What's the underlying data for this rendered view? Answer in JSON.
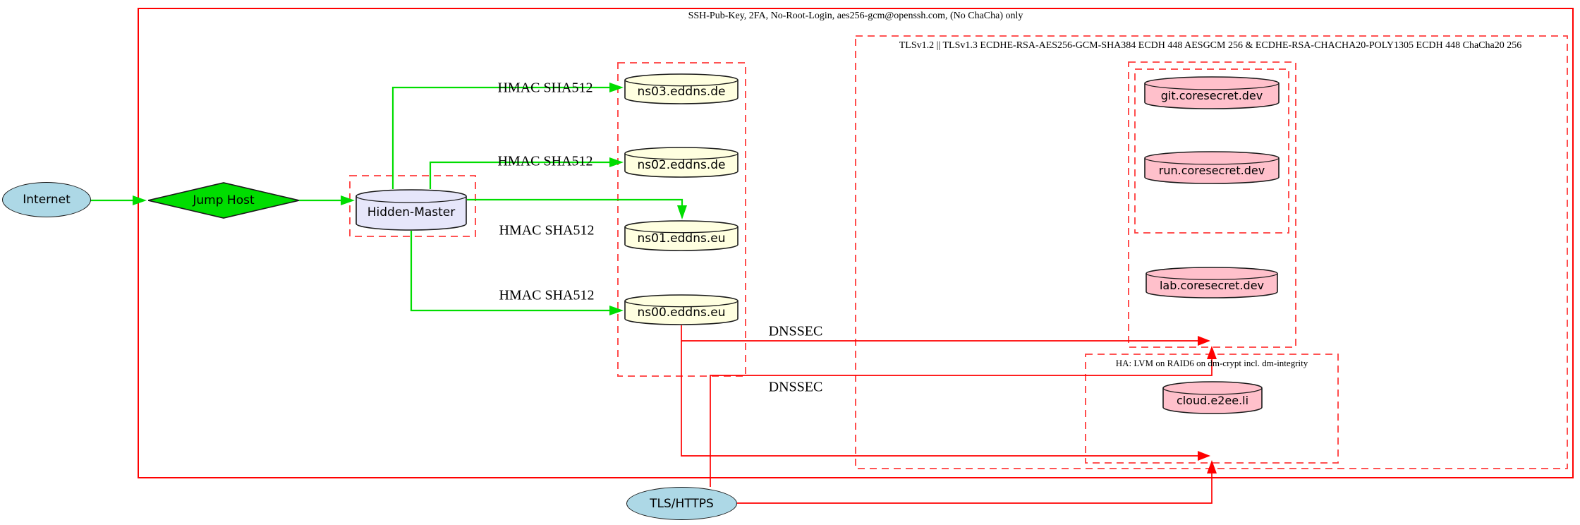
{
  "colors": {
    "green": "#00dd00",
    "red": "#ff0000",
    "red-dashed": "#ff3b3b",
    "lightblue": "#add8e6",
    "lavender": "#e6e6fa",
    "lightyellow": "#ffffe0",
    "pink": "#ffc0cb",
    "stroke": "#1a1a1a"
  },
  "clusters": {
    "ssh": {
      "label": "SSH-Pub-Key, 2FA, No-Root-Login, aes256-gcm@openssh.com, (No ChaCha) only"
    },
    "tls": {
      "label": "TLSv1.2 || TLSv1.3 ECDHE-RSA-AES256-GCM-SHA384 ECDH 448 AESGCM 256 & ECDHE-RSA-CHACHA20-POLY1305 ECDH 448 ChaCha20 256"
    },
    "ha": {
      "label": "HA: LVM on RAID6 on dm-crypt incl. dm-integrity"
    }
  },
  "nodes": {
    "internet": {
      "label": "Internet"
    },
    "jump_host": {
      "label": "Jump Host"
    },
    "hidden_master": {
      "label": "Hidden-Master"
    },
    "ns03": {
      "label": "ns03.eddns.de"
    },
    "ns02": {
      "label": "ns02.eddns.de"
    },
    "ns01": {
      "label": "ns01.eddns.eu"
    },
    "ns00": {
      "label": "ns00.eddns.eu"
    },
    "git": {
      "label": "git.coresecret.dev"
    },
    "run": {
      "label": "run.coresecret.dev"
    },
    "lab": {
      "label": "lab.coresecret.dev"
    },
    "cloud": {
      "label": "cloud.e2ee.li"
    },
    "tls_https": {
      "label": "TLS/HTTPS"
    }
  },
  "edge_labels": {
    "hmac_ns03": "HMAC SHA512",
    "hmac_ns02": "HMAC SHA512",
    "hmac_ns01": "HMAC SHA512",
    "hmac_ns00": "HMAC SHA512",
    "dnssec_1": "DNSSEC",
    "dnssec_2": "DNSSEC"
  }
}
